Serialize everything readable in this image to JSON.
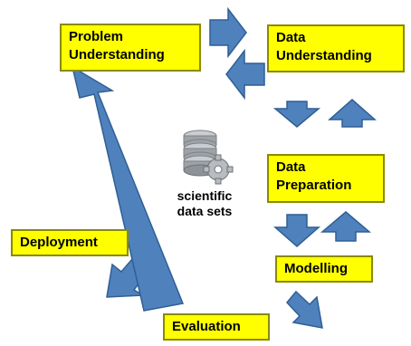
{
  "boxes": {
    "problem_understanding": [
      "Problem",
      "Understanding"
    ],
    "data_understanding": [
      "Data",
      "Understanding"
    ],
    "data_preparation": [
      "Data",
      "Preparation"
    ],
    "modelling": [
      "Modelling"
    ],
    "evaluation": [
      "Evaluation"
    ],
    "deployment": [
      "Deployment"
    ]
  },
  "center_label": [
    "scientific",
    "data sets"
  ],
  "colors": {
    "box_fill": "#ffff00",
    "arrow_fill": "#4f81bd",
    "arrow_stroke": "#2f5f95"
  },
  "icons": {
    "center": "database-gear-icon"
  }
}
